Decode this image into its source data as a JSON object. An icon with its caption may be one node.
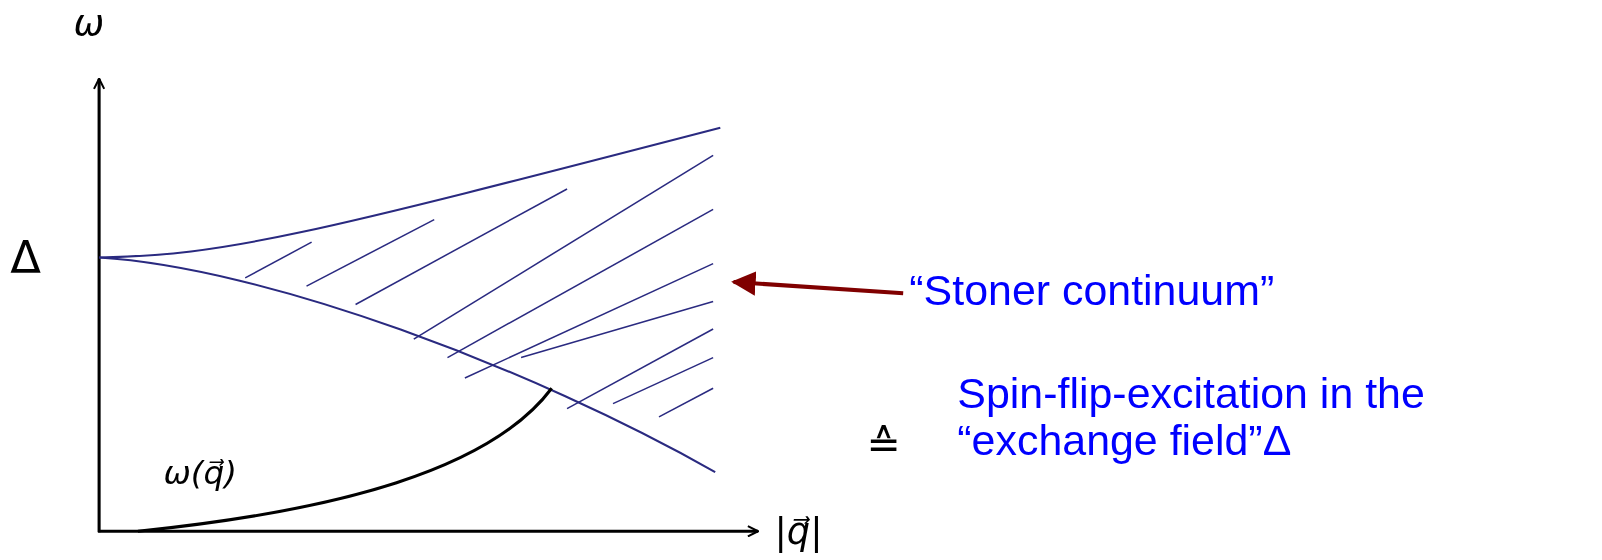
{
  "diagram": {
    "nodes": [
      {
        "text": [
          "“Stoner continuum”"
        ]
      },
      {
        "text": [],
        "shape": "area"
      }
    ],
    "edges": [
      {
        "from": 0,
        "to": 1,
        "arrow": "to",
        "color": "#800000"
      }
    ],
    "labels": [
      "ω",
      "Δ",
      "ω(q⃗)",
      "|q⃗|",
      "≙",
      "Spin-flip-excitation in the “exchange field”Δ"
    ]
  }
}
